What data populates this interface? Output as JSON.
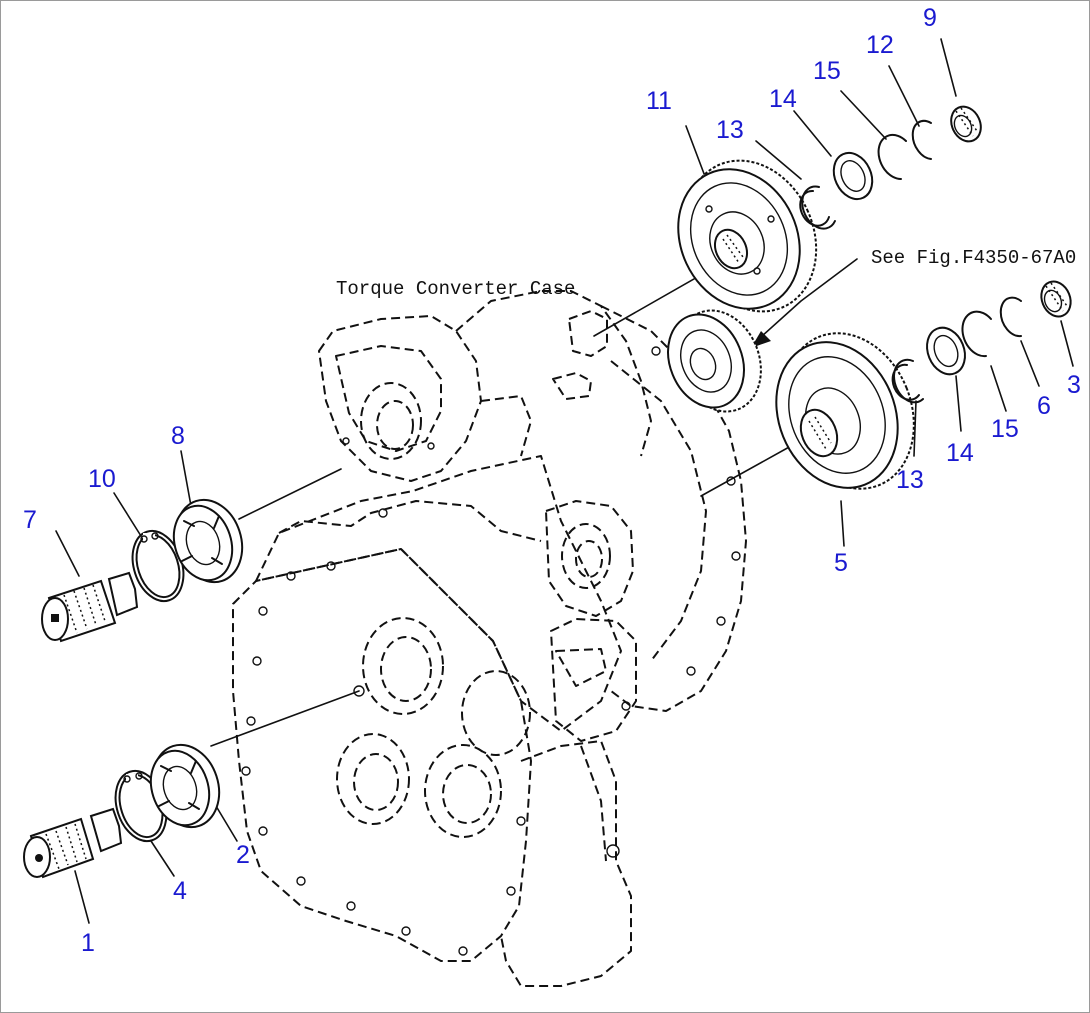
{
  "diagram": {
    "case_label": "Torque Converter Case",
    "reference_label": "See Fig.F4350-67A0",
    "accent_color": "#1a1ad0",
    "callouts": [
      {
        "id": "c1",
        "text": "1"
      },
      {
        "id": "c2",
        "text": "2"
      },
      {
        "id": "c3",
        "text": "3"
      },
      {
        "id": "c4",
        "text": "4"
      },
      {
        "id": "c5",
        "text": "5"
      },
      {
        "id": "c6",
        "text": "6"
      },
      {
        "id": "c7",
        "text": "7"
      },
      {
        "id": "c8",
        "text": "8"
      },
      {
        "id": "c9",
        "text": "9"
      },
      {
        "id": "c10",
        "text": "10"
      },
      {
        "id": "c11",
        "text": "11"
      },
      {
        "id": "c12",
        "text": "12"
      },
      {
        "id": "c13a",
        "text": "13"
      },
      {
        "id": "c13b",
        "text": "13"
      },
      {
        "id": "c14a",
        "text": "14"
      },
      {
        "id": "c14b",
        "text": "14"
      },
      {
        "id": "c15a",
        "text": "15"
      },
      {
        "id": "c15b",
        "text": "15"
      }
    ]
  }
}
